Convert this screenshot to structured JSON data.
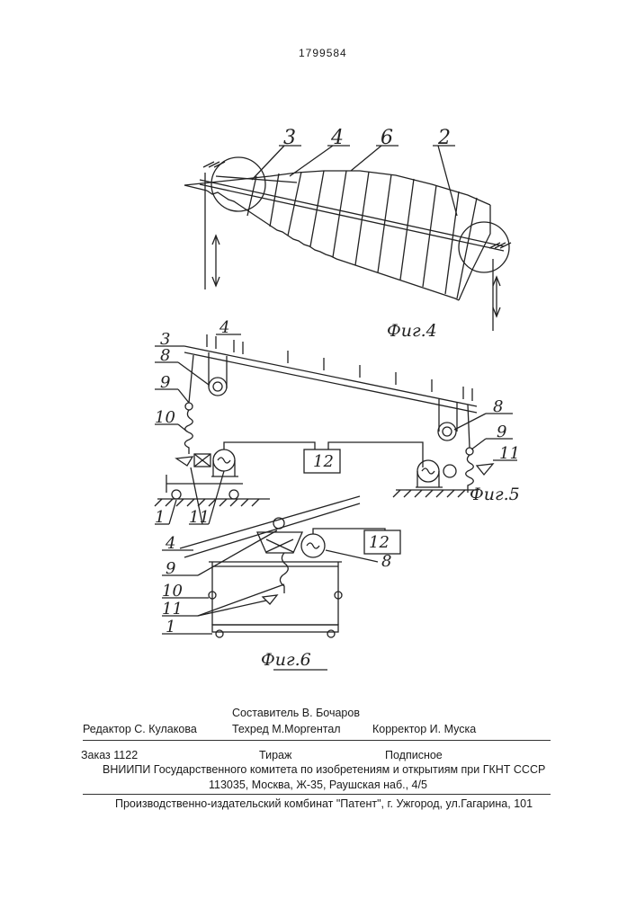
{
  "header": {
    "patent_number": "1799584"
  },
  "figures": {
    "fig4": {
      "caption": "Фиг.4",
      "labels": [
        "3",
        "4",
        "6",
        "2"
      ]
    },
    "fig5": {
      "caption": "Фиг.5",
      "labels": [
        "3",
        "4",
        "8",
        "9",
        "10",
        "1",
        "11",
        "12",
        "8",
        "9",
        "11"
      ]
    },
    "fig6": {
      "caption": "Фиг.6",
      "labels": [
        "12",
        "4",
        "9",
        "8",
        "10",
        "11",
        "1"
      ]
    }
  },
  "colophon": {
    "compiler": "Составитель  В. Бочаров",
    "editor": "Редактор  С. Кулакова",
    "techred": "Техред М.Моргентал",
    "corrector": "Корректор И. Муска",
    "order": "Заказ   1122",
    "circulation": "Тираж",
    "subscription": "Подписное",
    "institute": "ВНИИПИ Государственного комитета по изобретениям и открытиям при ГКНТ СССР",
    "address": "113035, Москва, Ж-35, Раушская наб., 4/5",
    "publisher": "Производственно-издательский комбинат \"Патент\", г. Ужгород, ул.Гагарина, 101"
  }
}
